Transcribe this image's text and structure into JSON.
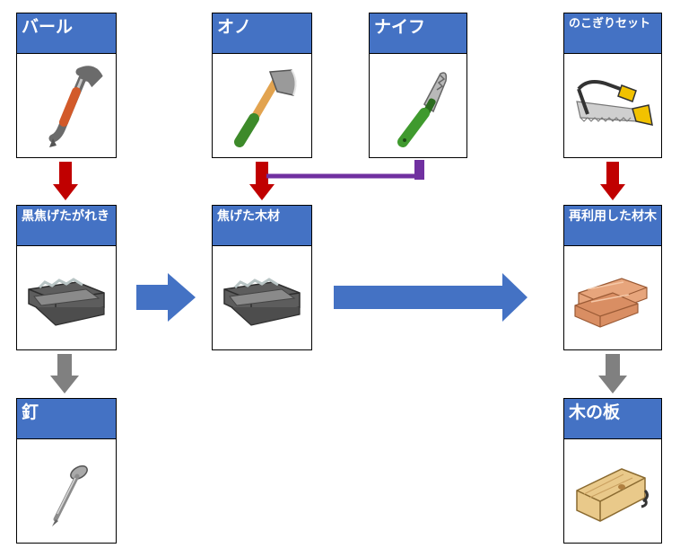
{
  "items": [
    {
      "id": "crowbar",
      "label": "バール",
      "icon": "crowbar-icon"
    },
    {
      "id": "axe",
      "label": "オノ",
      "icon": "axe-icon"
    },
    {
      "id": "knife",
      "label": "ナイフ",
      "icon": "knife-icon"
    },
    {
      "id": "saw",
      "label": "のこぎりセット",
      "icon": "saw-set-icon"
    },
    {
      "id": "charred",
      "label": "黒焦げたがれき",
      "icon": "charred-rubble-icon"
    },
    {
      "id": "burnt",
      "label": "焦げた木材",
      "icon": "burnt-wood-icon"
    },
    {
      "id": "recycled",
      "label": "再利用した材木",
      "icon": "recycled-lumber-icon"
    },
    {
      "id": "nail",
      "label": "釘",
      "icon": "nail-icon"
    },
    {
      "id": "plank",
      "label": "木の板",
      "icon": "wood-plank-icon"
    }
  ],
  "colors": {
    "header": "#4472c4",
    "arrow_red": "#c00000",
    "arrow_gray": "#808080",
    "arrow_blue": "#4472c4",
    "connector_purple": "#7030a0"
  }
}
